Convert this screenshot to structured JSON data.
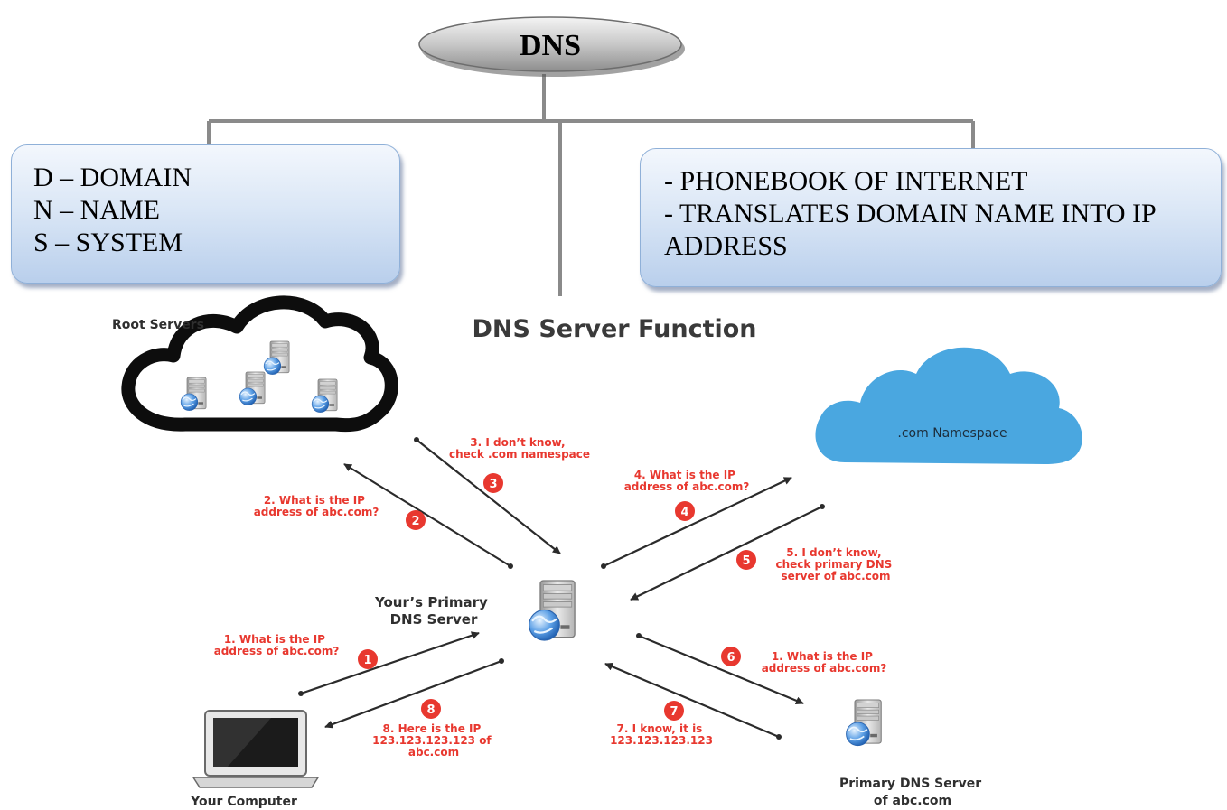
{
  "top": {
    "title": "DNS",
    "acronym": [
      "D – DOMAIN",
      "N – NAME",
      "S – SYSTEM"
    ],
    "description": [
      "- PHONEBOOK OF INTERNET",
      "- TRANSLATES DOMAIN NAME INTO IP",
      "ADDRESS"
    ]
  },
  "diagram": {
    "title": "DNS Server Function",
    "root_servers": "Root Servers",
    "com_namespace": ".com Namespace",
    "primary_server_label": [
      "Your’s Primary",
      "DNS Server"
    ],
    "abc_server_label": [
      "Primary DNS Server",
      "of abc.com"
    ],
    "computer_label": "Your Computer",
    "steps": [
      {
        "badge": "1",
        "lines": [
          "1. What is the IP",
          "address of abc.com?"
        ]
      },
      {
        "badge": "2",
        "lines": [
          "2. What is the IP",
          "address of abc.com?"
        ]
      },
      {
        "badge": "3",
        "lines": [
          "3. I don’t know,",
          "check .com namespace"
        ]
      },
      {
        "badge": "4",
        "lines": [
          "4. What is the IP",
          "address of abc.com?"
        ]
      },
      {
        "badge": "5",
        "lines": [
          "5. I don’t know,",
          "check primary DNS",
          "server of abc.com"
        ]
      },
      {
        "badge": "6",
        "lines": [
          "1. What is the IP",
          "address of abc.com?"
        ]
      },
      {
        "badge": "7",
        "lines": [
          "7. I know, it is",
          "123.123.123.123"
        ]
      },
      {
        "badge": "8",
        "lines": [
          "8. Here is the IP",
          "123.123.123.123 of",
          "abc.com"
        ]
      }
    ]
  },
  "colors": {
    "step_red": "#e8382f",
    "cloud_blue": "#4aa7e0",
    "arrow": "#2b2b2b",
    "box_border": "#8fb0d8"
  }
}
